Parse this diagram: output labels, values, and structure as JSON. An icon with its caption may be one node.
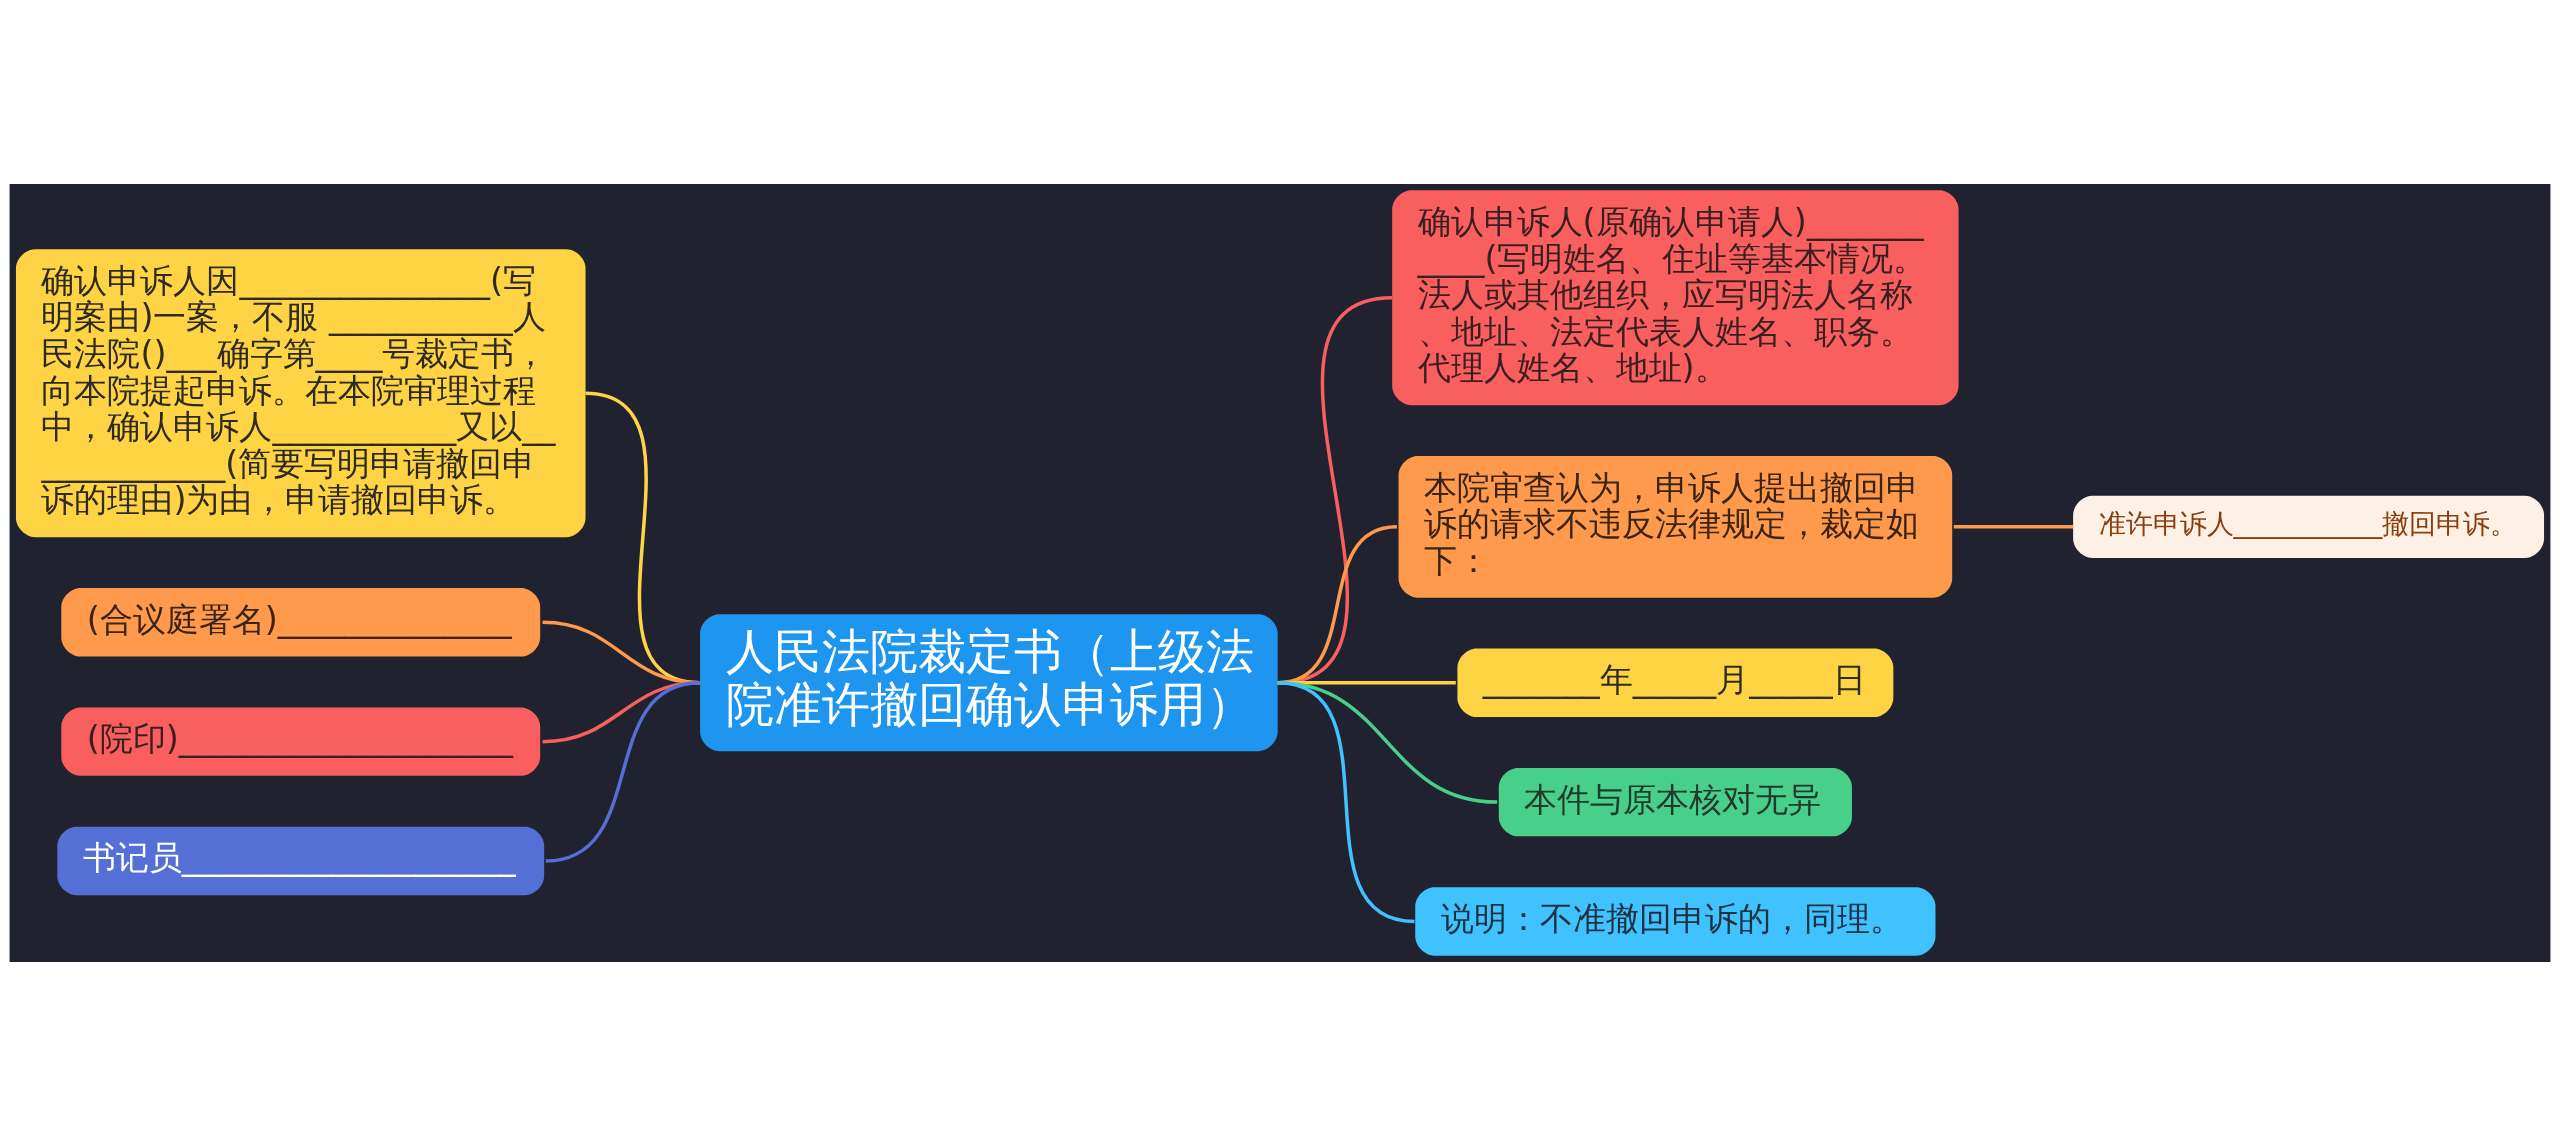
{
  "diagram": {
    "nodes": [
      {
        "text": [
          "人民法院裁定书（上级法院准许撤回确认申诉用）"
        ]
      },
      {
        "text": [
          "确认申诉人因_______________(写明案由)一案，不服 ___________人民法院()___确字第____号裁定书，向本院提起申诉。在本院审理过程中，确认申诉人___________又以_____________(简要写明申请撤回申诉的理由)为由，申请撤回申诉。"
        ]
      },
      {
        "text": [
          "(合议庭署名)______________"
        ]
      },
      {
        "text": [
          "(院印)____________________"
        ]
      },
      {
        "text": [
          "书记员____________________"
        ]
      },
      {
        "text": [
          "确认申诉人(原确认申请人)___________(写明姓名、住址等基本情况。法人或其他组织，应写明法人名称、地址、法定代表人姓名、职务。代理人姓名、地址)。"
        ]
      },
      {
        "text": [
          "本院审查认为，申诉人提出撤回申诉的请求不违反法律规定，裁定如下："
        ]
      },
      {
        "text": [
          "准许申诉人___________撤回申诉。"
        ]
      },
      {
        "text": [
          "_______年_____月_____日"
        ]
      },
      {
        "text": [
          "本件与原本核对无异"
        ]
      },
      {
        "text": [
          "说明：不准撤回申诉的，同理。"
        ]
      }
    ],
    "edges": [
      {
        "from": 1,
        "to": 0,
        "arrow": "none",
        "color": "#ffd444"
      },
      {
        "from": 2,
        "to": 0,
        "arrow": "none",
        "color": "#ff9a4d"
      },
      {
        "from": 3,
        "to": 0,
        "arrow": "none",
        "color": "#f95f5f"
      },
      {
        "from": 4,
        "to": 0,
        "arrow": "none",
        "color": "#5470d6"
      },
      {
        "from": 0,
        "to": 5,
        "arrow": "none",
        "color": "#f95f5f"
      },
      {
        "from": 0,
        "to": 6,
        "arrow": "none",
        "color": "#ff9a4d"
      },
      {
        "from": 6,
        "to": 7,
        "arrow": "none",
        "color": "#ff9a4d"
      },
      {
        "from": 0,
        "to": 8,
        "arrow": "none",
        "color": "#ffd444"
      },
      {
        "from": 0,
        "to": 9,
        "arrow": "none",
        "color": "#48cf8a"
      },
      {
        "from": 0,
        "to": 10,
        "arrow": "none",
        "color": "#40c2ff"
      }
    ]
  }
}
